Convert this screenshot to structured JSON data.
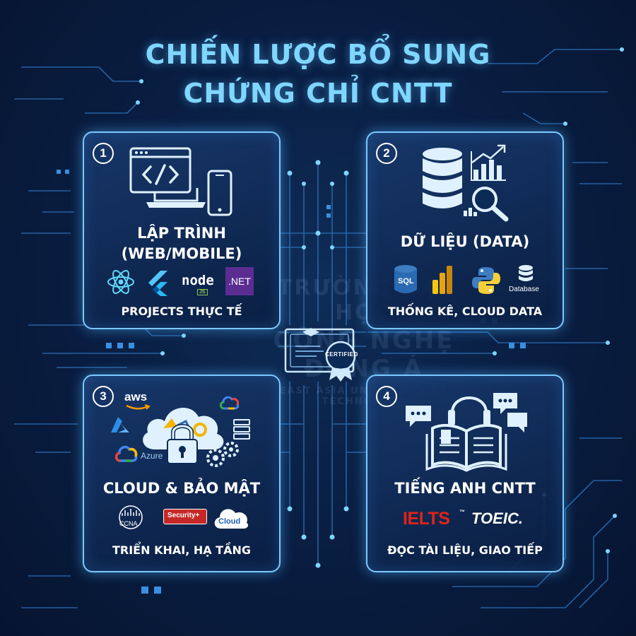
{
  "title": {
    "line1": "CHIẾN LƯỢC BỔ SUNG",
    "line2": "CHỨNG CHỈ CNTT"
  },
  "colors": {
    "background": "#0a1f44",
    "accent": "#7fd6ff",
    "card_border": "#7cc8ff"
  },
  "cards": [
    {
      "number": "1",
      "title_line1": "LẬP TRÌNH",
      "title_line2": "(WEB/MOBILE)",
      "logos": {
        "node": "node",
        "node_js": "JS",
        "net": ".NET"
      },
      "subtitle": "PROJECTS THỰC TẾ",
      "icons": [
        "code-window-icon",
        "laptop-icon",
        "phone-icon",
        "react-icon",
        "flutter-icon",
        "nodejs-icon",
        "dotnet-icon"
      ]
    },
    {
      "number": "2",
      "title": "DỮ LIỆU (DATA)",
      "logos": {
        "sql": "SQL",
        "database": "Database"
      },
      "subtitle": "THỐNG KÊ, CLOUD DATA",
      "icons": [
        "database-icon",
        "bar-chart-icon",
        "magnifier-icon",
        "sql-icon",
        "powerbi-icon",
        "python-icon",
        "database-small-icon"
      ]
    },
    {
      "number": "3",
      "title": "CLOUD & BẢO MẬT",
      "logos": {
        "aws": "aws",
        "azure": "Azure",
        "ccna": "CCNA",
        "security": "Security+",
        "cloud": "Cloud"
      },
      "subtitle": "TRIỂN KHAI, HẠ TẦNG",
      "icons": [
        "cloud-icon",
        "padlock-icon",
        "gears-icon",
        "server-icon",
        "google-cloud-icon",
        "azure-icon",
        "cisco-icon"
      ]
    },
    {
      "number": "4",
      "title": "TIẾNG ANH CNTT",
      "logos": {
        "ielts": "IELTS",
        "ielts_tm": "™",
        "toeic": "TOEIC."
      },
      "subtitle": "ĐỌC TÀI LIỆU, GIAO TIẾP",
      "icons": [
        "speech-bubble-icon",
        "headphones-icon",
        "open-book-icon",
        "chat-bubbles-icon"
      ]
    }
  ],
  "center": {
    "badge": "CERTIFIED",
    "icon": "certificate-icon"
  },
  "watermark": {
    "line1": "TRƯỜNG ĐẠI HỌC",
    "line2": "CÔNG NGHỆ ĐÔNG Á",
    "line3": "EAST ASIA UNIVERSITY OF TECHNOLOGY"
  }
}
